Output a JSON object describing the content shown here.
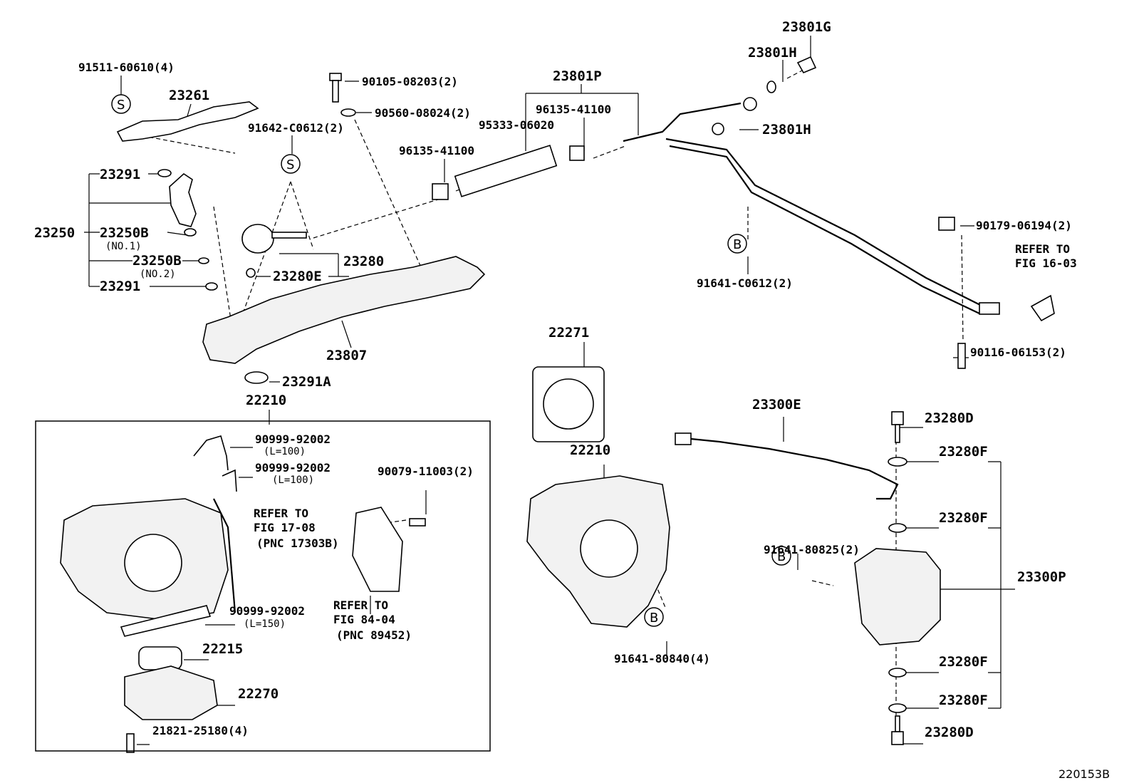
{
  "figure_id": "220153B",
  "box_label": "22210",
  "badges": [
    "S",
    "S",
    "B",
    "B",
    "B"
  ],
  "parts": {
    "p91511": "91511-60610(4)",
    "p23261": "23261",
    "p90105": "90105-08203(2)",
    "p90560": "90560-08024(2)",
    "p91642": "91642-C0612(2)",
    "p23801P": "23801P",
    "p96135a": "96135-41100",
    "p95333": "95333-06020",
    "p96135b": "96135-41100",
    "p23801G": "23801G",
    "p23801Ha": "23801H",
    "p23801Hb": "23801H",
    "p23291a": "23291",
    "p23250": "23250",
    "p23250B1": "23250B",
    "no1": "(NO.1)",
    "p23250B2": "23250B",
    "no2": "(NO.2)",
    "p23291b": "23291",
    "p23280": "23280",
    "p23280E": "23280E",
    "p23807": "23807",
    "p23291A": "23291A",
    "p90179": "90179-06194(2)",
    "refer1603a": "REFER TO",
    "refer1603b": "FIG 16-03",
    "p91641c": "91641-C0612(2)",
    "p90116": "90116-06153(2)",
    "p22271": "22271",
    "p22210b": "22210",
    "p23300E": "23300E",
    "p23280Da": "23280D",
    "p23280Fa": "23280F",
    "p23280Fb": "23280F",
    "p91641_808": "91641-80825(2)",
    "p23300P": "23300P",
    "p23280Fc": "23280F",
    "p23280Fd": "23280F",
    "p23280Db": "23280D",
    "p91641_8084": "91641-80840(4)",
    "h1": "90999-92002",
    "h1l": "(L=100)",
    "h2": "90999-92002",
    "h2l": "(L=100)",
    "p90079": "90079-11003(2)",
    "refer1708a": "REFER TO",
    "refer1708b": "FIG 17-08",
    "refer1708c": "(PNC 17303B)",
    "h3": "90999-92002",
    "h3l": "(L=150)",
    "refer8404a": "REFER TO",
    "refer8404b": "FIG 84-04",
    "refer8404c": "(PNC 89452)",
    "p22215": "22215",
    "p22270": "22270",
    "p21821": "21821-25180(4)"
  }
}
